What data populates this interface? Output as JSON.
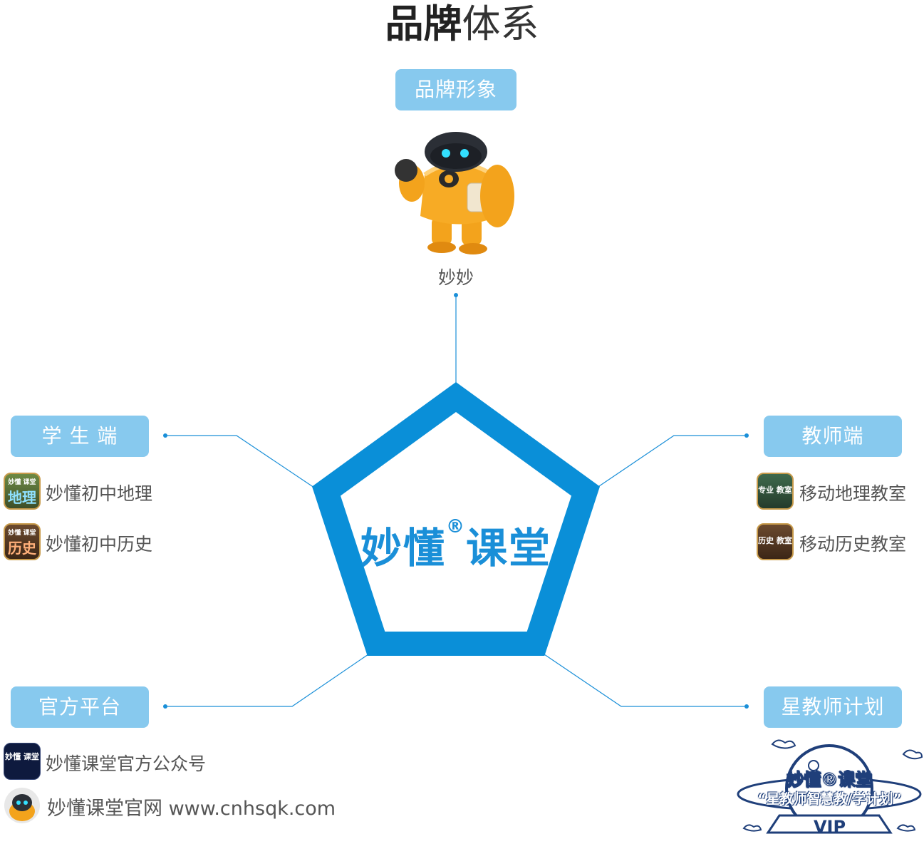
{
  "title": {
    "bold": "品牌",
    "light": "体系"
  },
  "brand_image": {
    "tag": "品牌形象",
    "mascot_name": "妙妙"
  },
  "center": {
    "name_left": "妙懂",
    "registered": "®",
    "name_right": "课堂"
  },
  "student": {
    "tag": "学 生 端",
    "apps": [
      {
        "label": "妙懂初中地理",
        "icon_text_top": "妙懂 课堂",
        "icon_text_main": "地理"
      },
      {
        "label": "妙懂初中历史",
        "icon_text_top": "妙懂 课堂",
        "icon_text_main": "历史"
      }
    ]
  },
  "teacher": {
    "tag": "教师端",
    "apps": [
      {
        "label": "移动地理教室",
        "icon_text": "专业 教室"
      },
      {
        "label": "移动历史教室",
        "icon_text": "历史 教室"
      }
    ]
  },
  "official": {
    "tag": "官方平台",
    "items": [
      {
        "label": "妙懂课堂官方公众号",
        "icon_text": "妙懂 课堂"
      },
      {
        "label": "妙懂课堂官网 www.cnhsqk.com"
      }
    ]
  },
  "star_teacher": {
    "tag": "星教师计划",
    "logo_line1": "妙懂®课堂",
    "logo_line2": "“星教师智慧教/学计划”",
    "logo_badge": "VIP"
  },
  "colors": {
    "accent": "#0a8fd8",
    "pill": "#87c9ee",
    "line": "#1a8fd8"
  }
}
